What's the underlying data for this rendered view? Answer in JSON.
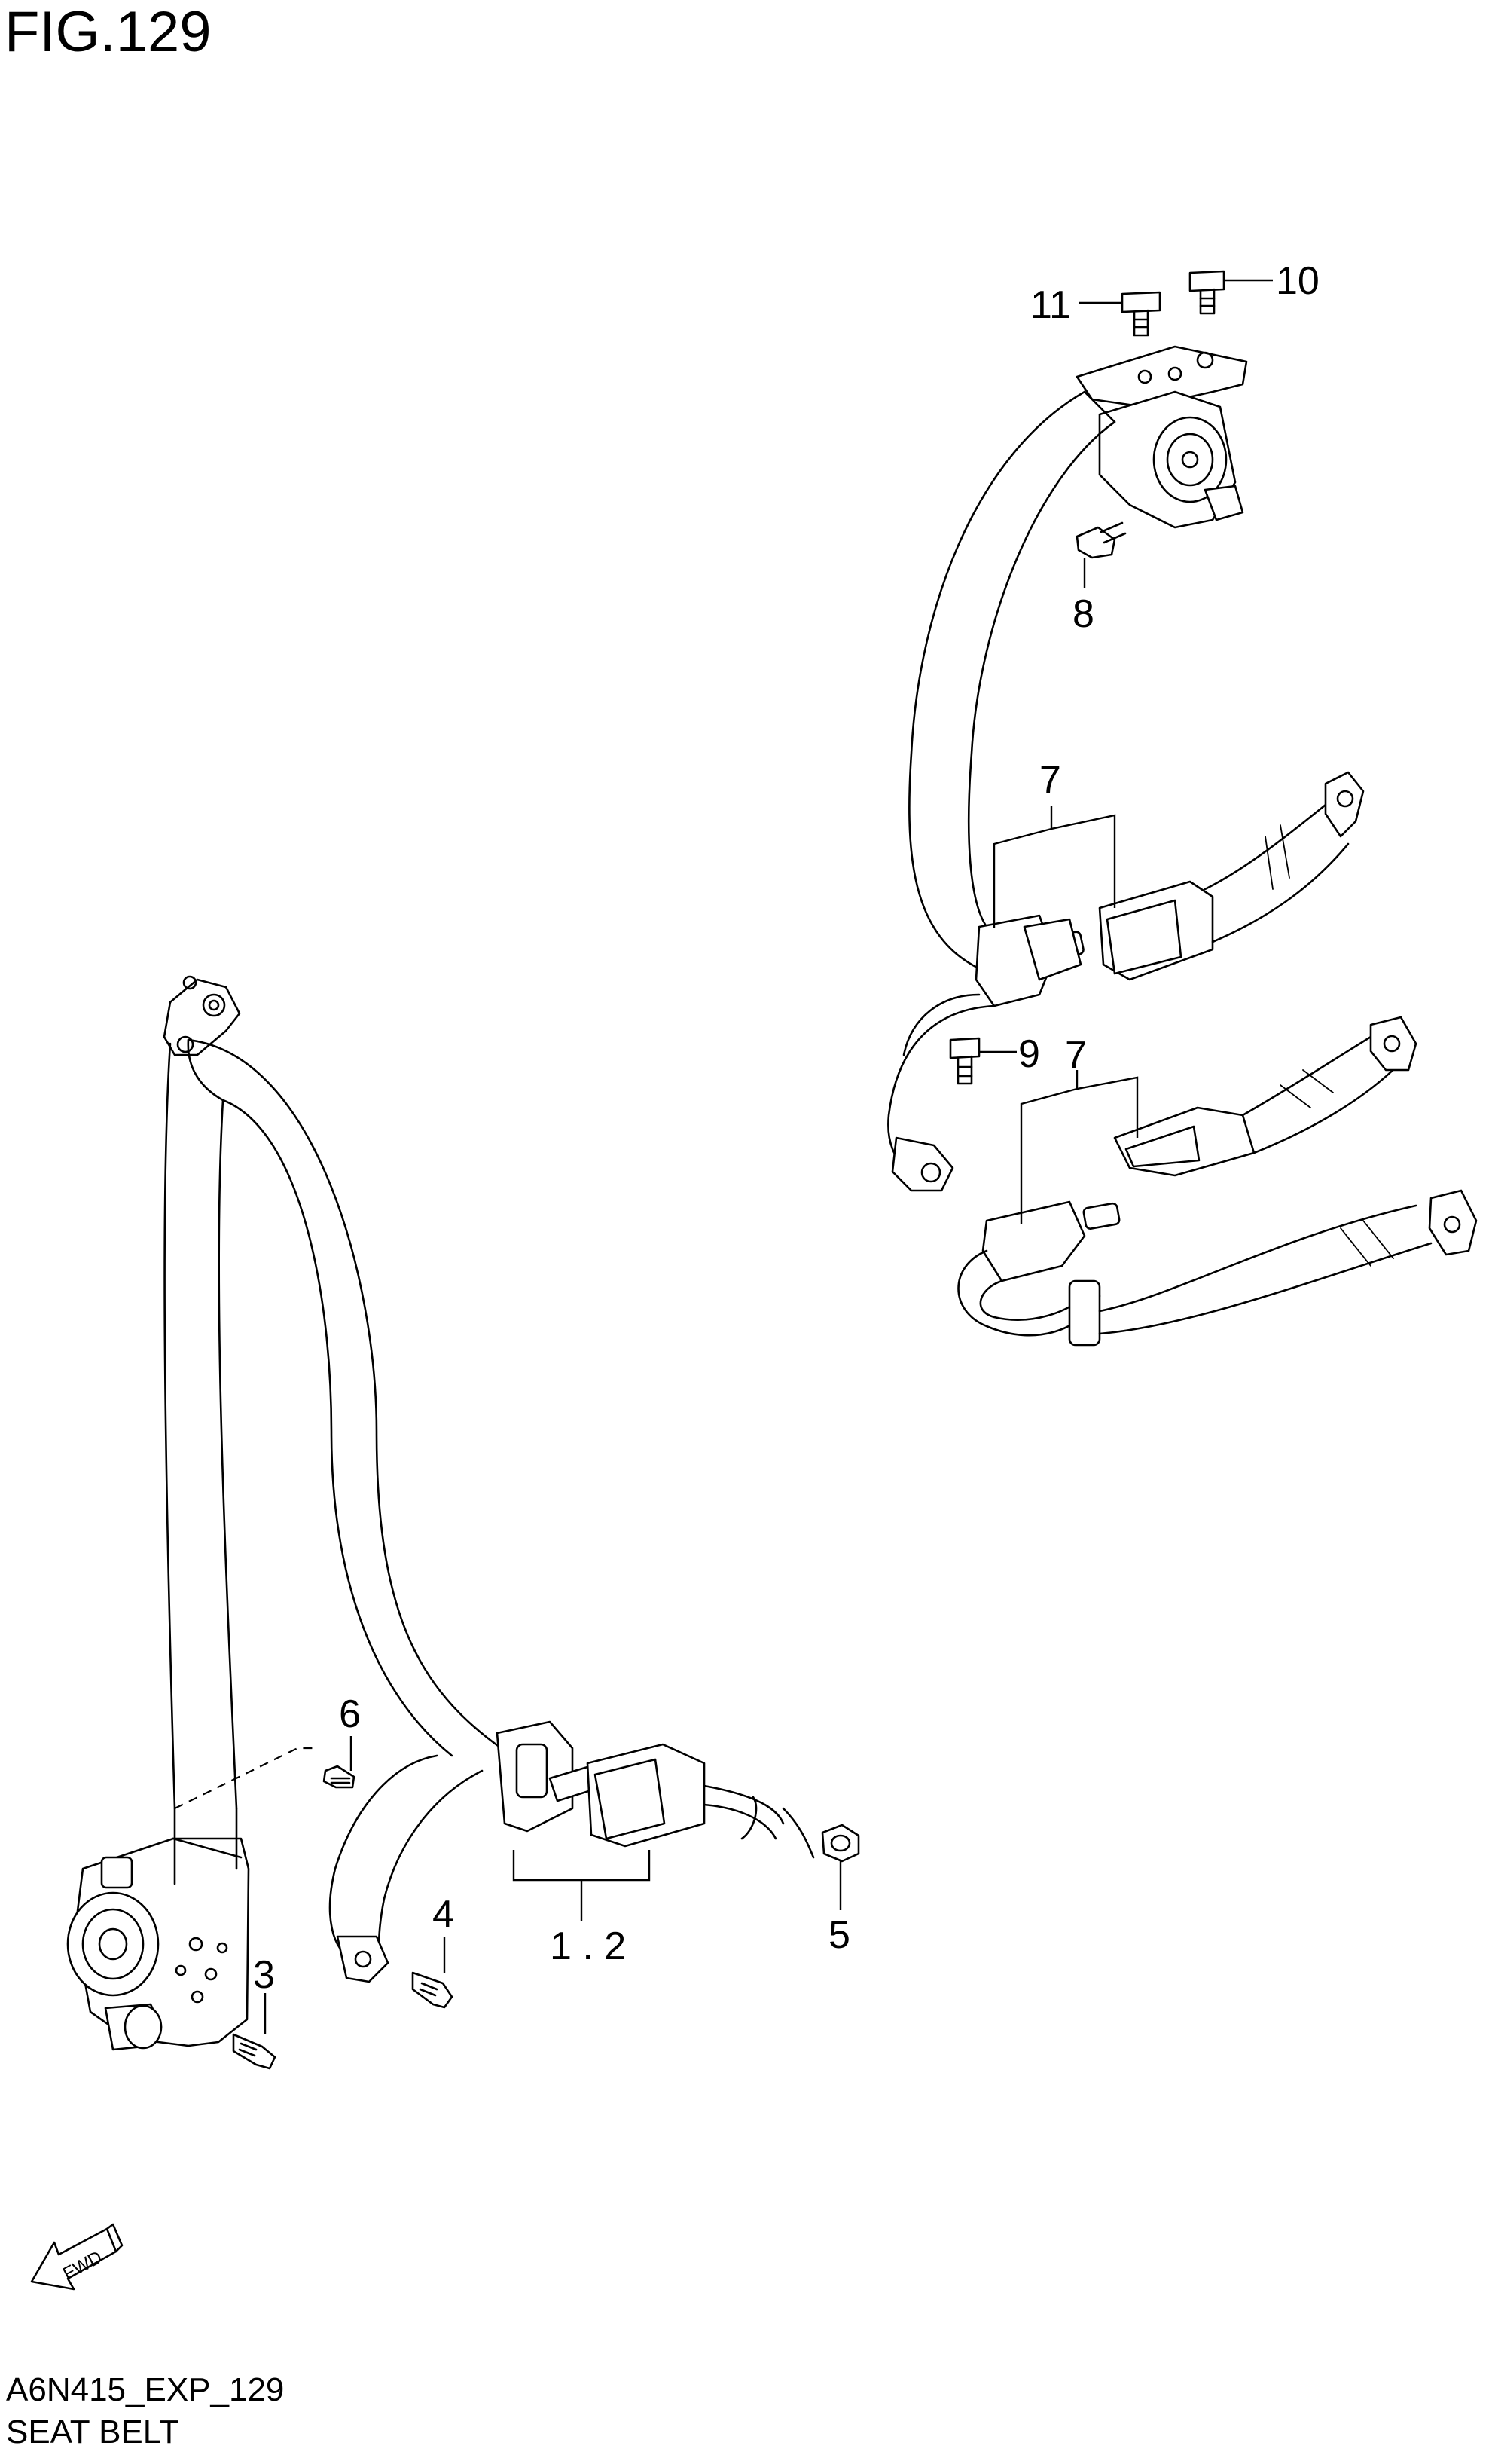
{
  "figure": {
    "title": "FIG.129",
    "code": "A6N415_EXP_129",
    "name": "SEAT BELT"
  },
  "direction_marker": {
    "label": "FWD",
    "icon": "forward-arrow-icon"
  },
  "callouts": [
    {
      "id": "c11",
      "label": "11"
    },
    {
      "id": "c10",
      "label": "10"
    },
    {
      "id": "c8",
      "label": "8"
    },
    {
      "id": "c7a",
      "label": "7"
    },
    {
      "id": "c9",
      "label": "9"
    },
    {
      "id": "c7b",
      "label": "7"
    },
    {
      "id": "c6",
      "label": "6"
    },
    {
      "id": "c4",
      "label": "4"
    },
    {
      "id": "c12",
      "label": "1 . 2"
    },
    {
      "id": "c5",
      "label": "5"
    },
    {
      "id": "c3",
      "label": "3"
    }
  ],
  "colors": {
    "line": "#000000",
    "background": "#ffffff"
  }
}
